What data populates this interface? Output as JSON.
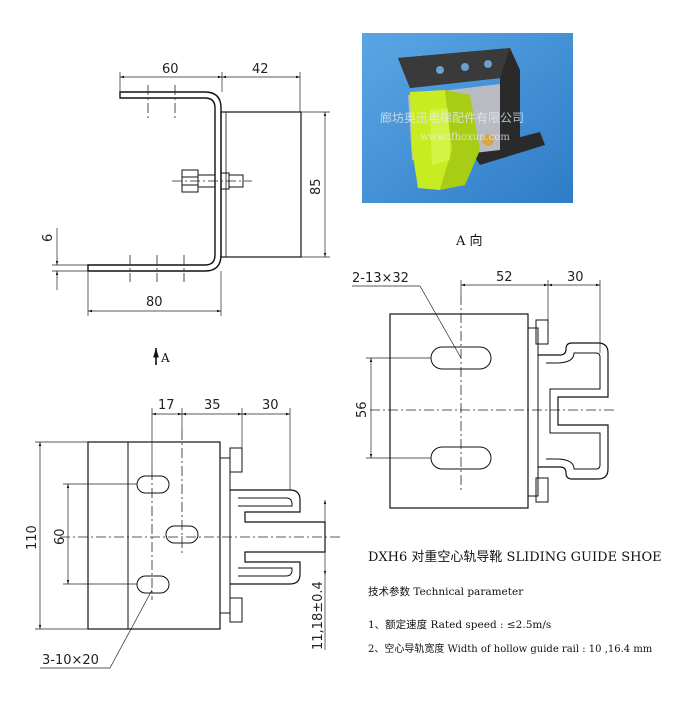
{
  "photo": {
    "watermark_cn": "廊坊奥迅电梯配件有限公司",
    "watermark_url": "www.lfhoxun.com"
  },
  "view_label": "A 向",
  "arrow_label": "A",
  "top_view": {
    "dim_60": "60",
    "dim_42": "42",
    "dim_85": "85",
    "dim_6": "6",
    "dim_80": "80"
  },
  "front_view": {
    "dim_17": "17",
    "dim_35": "35",
    "dim_30": "30",
    "dim_110": "110",
    "dim_60": "60",
    "dim_rail": "11,18±0.4",
    "slot": "3-10×20"
  },
  "side_view": {
    "slot": "2-13×32",
    "dim_52": "52",
    "dim_30": "30",
    "dim_56": "56"
  },
  "spec": {
    "title": "DXH6 对重空心轨导靴   SLIDING GUIDE SHOE",
    "heading": "技术参数  Technical parameter",
    "line1": "1、额定速度  Rated speed : ≤2.5m/s",
    "line2": "2、空心导轨宽度  Width of hollow guide rail : 10 ,16.4 mm"
  },
  "colors": {
    "photo_bg": "#3a8fd6",
    "shoe_green": "#c8ec22",
    "bracket": "#2a2a2a"
  }
}
